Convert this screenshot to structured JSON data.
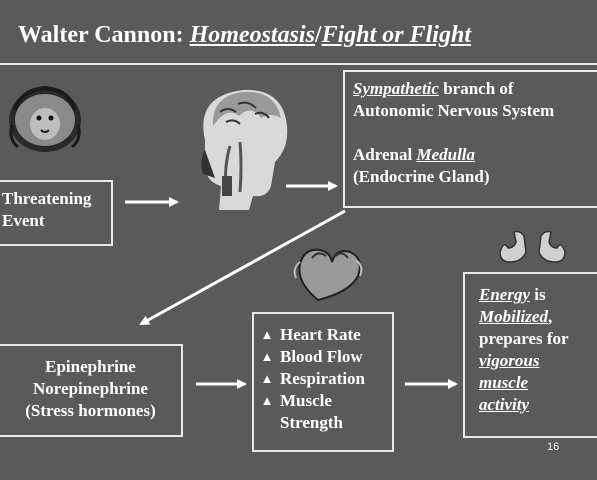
{
  "title": {
    "name": "Walter Cannon:",
    "part1": "Homeostasis",
    "sep": "/",
    "part2": "Fight or Flight"
  },
  "sympathetic": {
    "line1_ul": "Sympathetic",
    "line1_rest": " branch of",
    "line2": "Autonomic Nervous System",
    "line3_pre": "Adrenal ",
    "line3_ul": "Medulla",
    "line4": "(Endocrine Gland)"
  },
  "threat": {
    "line1": "Threatening",
    "line2": "Event"
  },
  "hormones": {
    "line1": "Epinephrine",
    "line2": "Norepinephrine",
    "line3": "(Stress hormones)"
  },
  "responses": {
    "arrow": "▲",
    "items": [
      "Heart Rate",
      "Blood Flow",
      "Respiration",
      "Muscle",
      "Strength"
    ]
  },
  "energy": {
    "l1_ul": "Energy",
    "l1_rest": " is",
    "l2_ul": "Mobilized",
    "l2_rest": ",",
    "l3": "prepares for",
    "l4_ul": "vigorous",
    "l5_ul": "muscle",
    "l6_ul": "activity"
  },
  "page_number": "16",
  "icons": [
    "lion-icon",
    "brain-head-icon",
    "heart-icon",
    "flexed-arm-icon",
    "flexed-arm-icon"
  ]
}
